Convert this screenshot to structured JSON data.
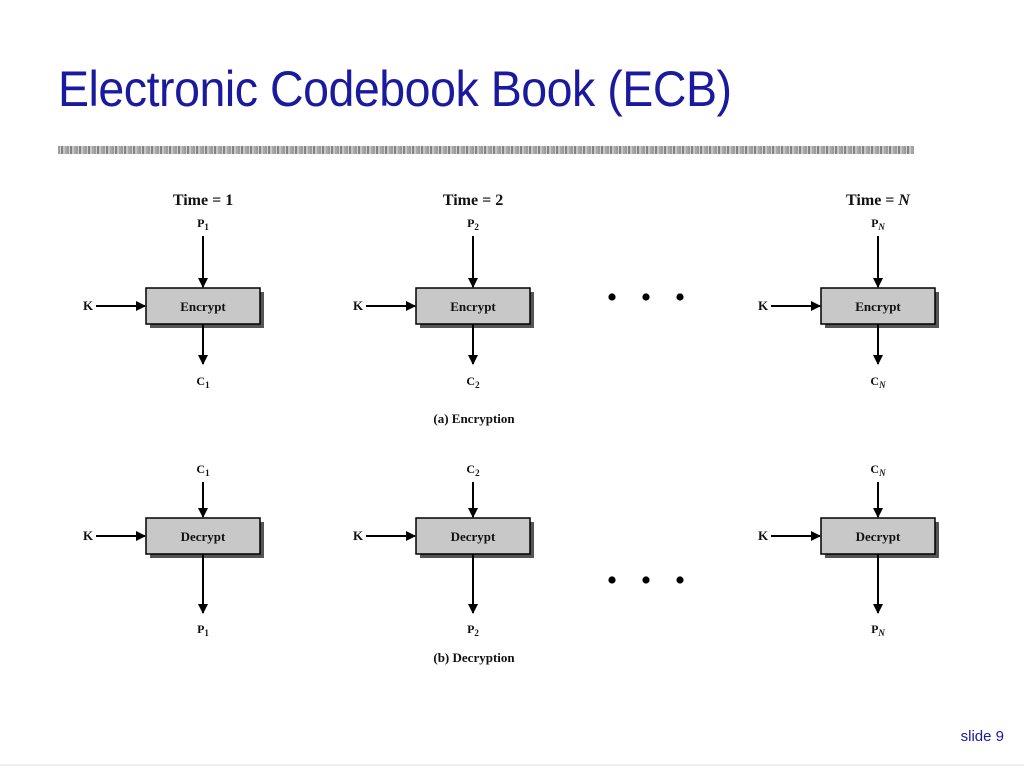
{
  "slide": {
    "title": "Electronic Codebook Book (ECB)",
    "number_label": "slide 9"
  },
  "diagram": {
    "key_label": "K",
    "ellipsis": "• • •",
    "encryption": {
      "caption": "(a) Encryption",
      "box_label": "Encrypt",
      "columns": [
        {
          "time": "Time = 1",
          "input_main": "P",
          "input_sub": "1",
          "output_main": "C",
          "output_sub": "1"
        },
        {
          "time": "Time = 2",
          "input_main": "P",
          "input_sub": "2",
          "output_main": "C",
          "output_sub": "2"
        },
        {
          "time": "Time = N",
          "input_main": "P",
          "input_sub": "N",
          "output_main": "C",
          "output_sub": "N"
        }
      ]
    },
    "decryption": {
      "caption": "(b) Decryption",
      "box_label": "Decrypt",
      "columns": [
        {
          "input_main": "C",
          "input_sub": "1",
          "output_main": "P",
          "output_sub": "1"
        },
        {
          "input_main": "C",
          "input_sub": "2",
          "output_main": "P",
          "output_sub": "2"
        },
        {
          "input_main": "C",
          "input_sub": "N",
          "output_main": "P",
          "output_sub": "N"
        }
      ]
    },
    "colors": {
      "title": "#1a1a9e",
      "box_fill": "#c8c8c8",
      "box_shadow": "#555555",
      "line": "#000000"
    }
  }
}
